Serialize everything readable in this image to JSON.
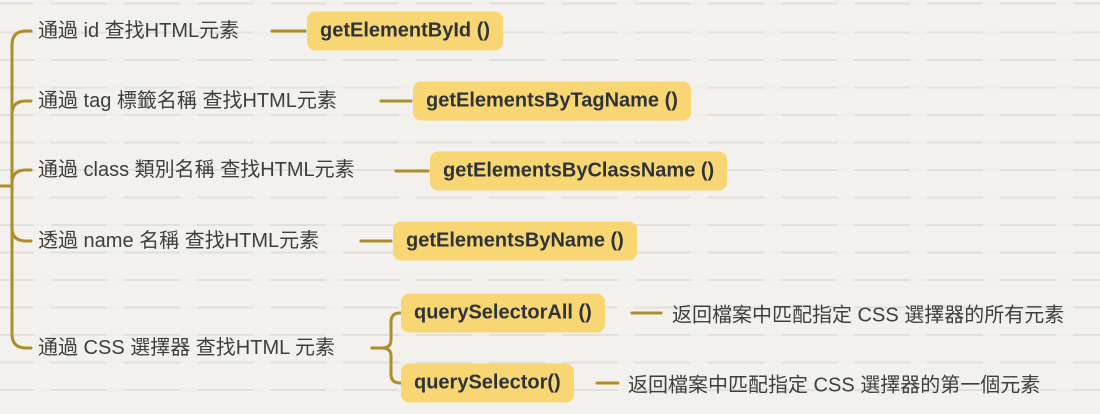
{
  "colors": {
    "canvas_bg": "#f2f1ee",
    "connector": "#ad8e28",
    "highlight": "#f8d673",
    "node_text": "#3e3e3e",
    "method_text": "#2e3338"
  },
  "mindmap": {
    "nodes": [
      {
        "label": "通過 id 查找HTML元素",
        "method": "getElementById ()"
      },
      {
        "label": "通過 tag 標籤名稱 查找HTML元素",
        "method": "getElementsByTagName ()"
      },
      {
        "label": "通過 class 類別名稱 查找HTML元素",
        "method": "getElementsByClassName ()"
      },
      {
        "label": "透過 name 名稱 查找HTML元素",
        "method": "getElementsByName ()"
      },
      {
        "label": "通過 CSS 選擇器 查找HTML 元素",
        "children": [
          {
            "method": "querySelectorAll ()",
            "description": "返回檔案中匹配指定 CSS 選擇器的所有元素"
          },
          {
            "method": "querySelector()",
            "description": "返回檔案中匹配指定 CSS 選擇器的第一個元素"
          }
        ]
      }
    ]
  }
}
